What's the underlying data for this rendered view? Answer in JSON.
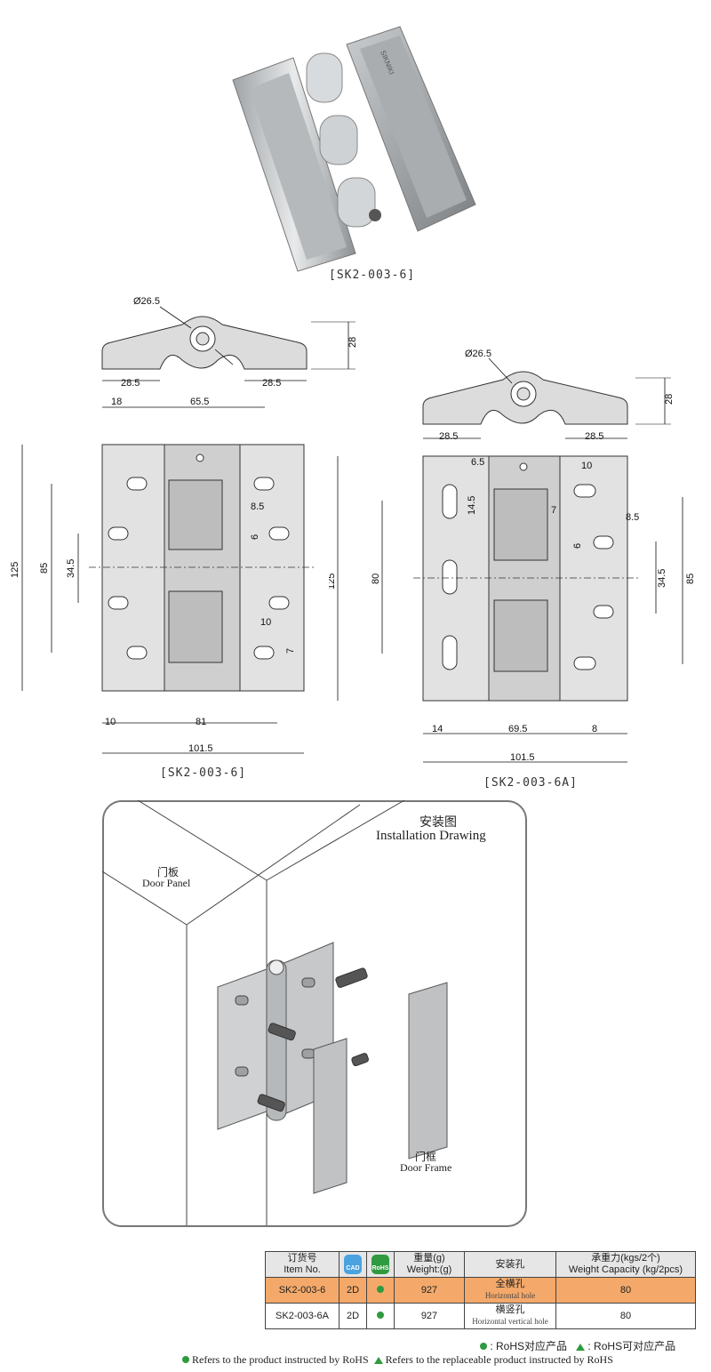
{
  "photo": {
    "caption": "[SK2-003-6]",
    "brand_mark": "SIKNIKI"
  },
  "drawing_6": {
    "caption": "[SK2-003-6]",
    "top_view": {
      "diameter": "Ø26.5",
      "left_width": "28.5",
      "right_width": "28.5",
      "height": "28"
    },
    "front_view": {
      "width_total": "101.5",
      "offset_left": "10",
      "hole_pitch_h": "81",
      "top_left": "18",
      "top_span": "65.5",
      "height_total": "125",
      "height_outer_holes": "85",
      "height_inner_holes": "34.5",
      "slot_w": "8.5",
      "slot_h": "6",
      "slot_big_w": "10",
      "slot_big_h": "7"
    }
  },
  "drawing_6a": {
    "caption": "[SK2-003-6A]",
    "top_view": {
      "diameter": "Ø26.5",
      "left_width": "28.5",
      "right_width": "28.5",
      "height": "28"
    },
    "front_view": {
      "width_total": "101.5",
      "offset_left": "14",
      "hole_pitch_h": "69.5",
      "offset_right": "8",
      "height_total": "125",
      "height_left": "80",
      "height_right_outer": "85",
      "height_right_inner": "34.5",
      "slot_top_w": "6.5",
      "slot_top_h": "14.5",
      "slot_w": "8.5",
      "slot_h": "6",
      "slot_big_w": "10",
      "slot_big_h": "7"
    }
  },
  "installation": {
    "title_cn": "安装图",
    "title_en": "Installation Drawing",
    "door_panel_cn": "门板",
    "door_panel_en": "Door Panel",
    "door_frame_cn": "门框",
    "door_frame_en": "Door Frame"
  },
  "table": {
    "headers": {
      "item_cn": "订货号",
      "item_en": "Item No.",
      "cad": "CAD",
      "rohs": "RoHS",
      "weight_cn": "重量(g)",
      "weight_en": "Weight:(g)",
      "mount_cn": "安装孔",
      "capacity_cn": "承重力(kgs/2个)",
      "capacity_en": "Weight Capacity (kg/2pcs)"
    },
    "rows": [
      {
        "item": "SK2-003-6",
        "cad": "2D",
        "weight": "927",
        "mount_cn": "全横孔",
        "mount_en": "Horizontal hole",
        "capacity": "80"
      },
      {
        "item": "SK2-003-6A",
        "cad": "2D",
        "weight": "927",
        "mount_cn": "横竖孔",
        "mount_en": "Horizontal vertical hole",
        "capacity": "80"
      }
    ],
    "highlight_color": "#f4a96a"
  },
  "legend": {
    "line1_a": ": RoHS对应产品",
    "line1_b": ": RoHS可对应产品",
    "line2_a": "Refers to the product instructed by RoHS",
    "line2_b": "Refers to the replaceable product instructed by RoHS",
    "green": "#2f9a3f"
  }
}
